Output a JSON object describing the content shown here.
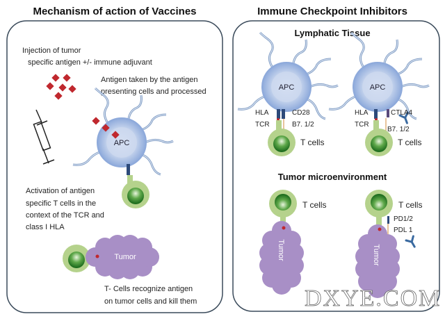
{
  "left_panel": {
    "title": "Mechanism of action of Vaccines",
    "injection": [
      "Injection of tumor",
      "specific antigen +/- immune adjuvant"
    ],
    "antigen_taken": [
      "Antigen taken by the antigen",
      "presenting cells and processed"
    ],
    "apc_label": "APC",
    "activation": [
      "Activation of antigen",
      "specific T cells in the",
      "context of the TCR and",
      "class I HLA"
    ],
    "tumor_label": "Tumor",
    "recognize": [
      "T- Cells recognize antigen",
      "on tumor cells and kill them"
    ]
  },
  "right_panel": {
    "title": "Immune Checkpoint Inhibitors",
    "lymphatic": {
      "title": "Lymphatic Tissue",
      "left": {
        "apc": "APC",
        "hla": "HLA",
        "tcr": "TCR",
        "cd28": "CD28",
        "b7": "B7. 1/2",
        "tcells": "T cells"
      },
      "right": {
        "apc": "APC",
        "hla": "HLA",
        "tcr": "TCR",
        "ctla4": "CTLA4",
        "b7": "B7. 1/2",
        "tcells": "T cells"
      }
    },
    "tumor_micro": {
      "title": "Tumor microenvironment",
      "left": {
        "tcells": "T cells",
        "tumor": "Tumor"
      },
      "right": {
        "tcells": "T cells",
        "pd1": "PD1/2",
        "pdl1": "PDL 1",
        "tumor": "Tumor"
      }
    }
  },
  "watermark": "DXYE.COM",
  "colors": {
    "apc": "#8eaadb",
    "apc_inner": "#c9d6ee",
    "tcell": "#b5d28c",
    "tcell_core": "#2e8b2e",
    "tumor": "#a88fc6",
    "antigen": "#c0282e",
    "border": "#3a4a5a"
  }
}
